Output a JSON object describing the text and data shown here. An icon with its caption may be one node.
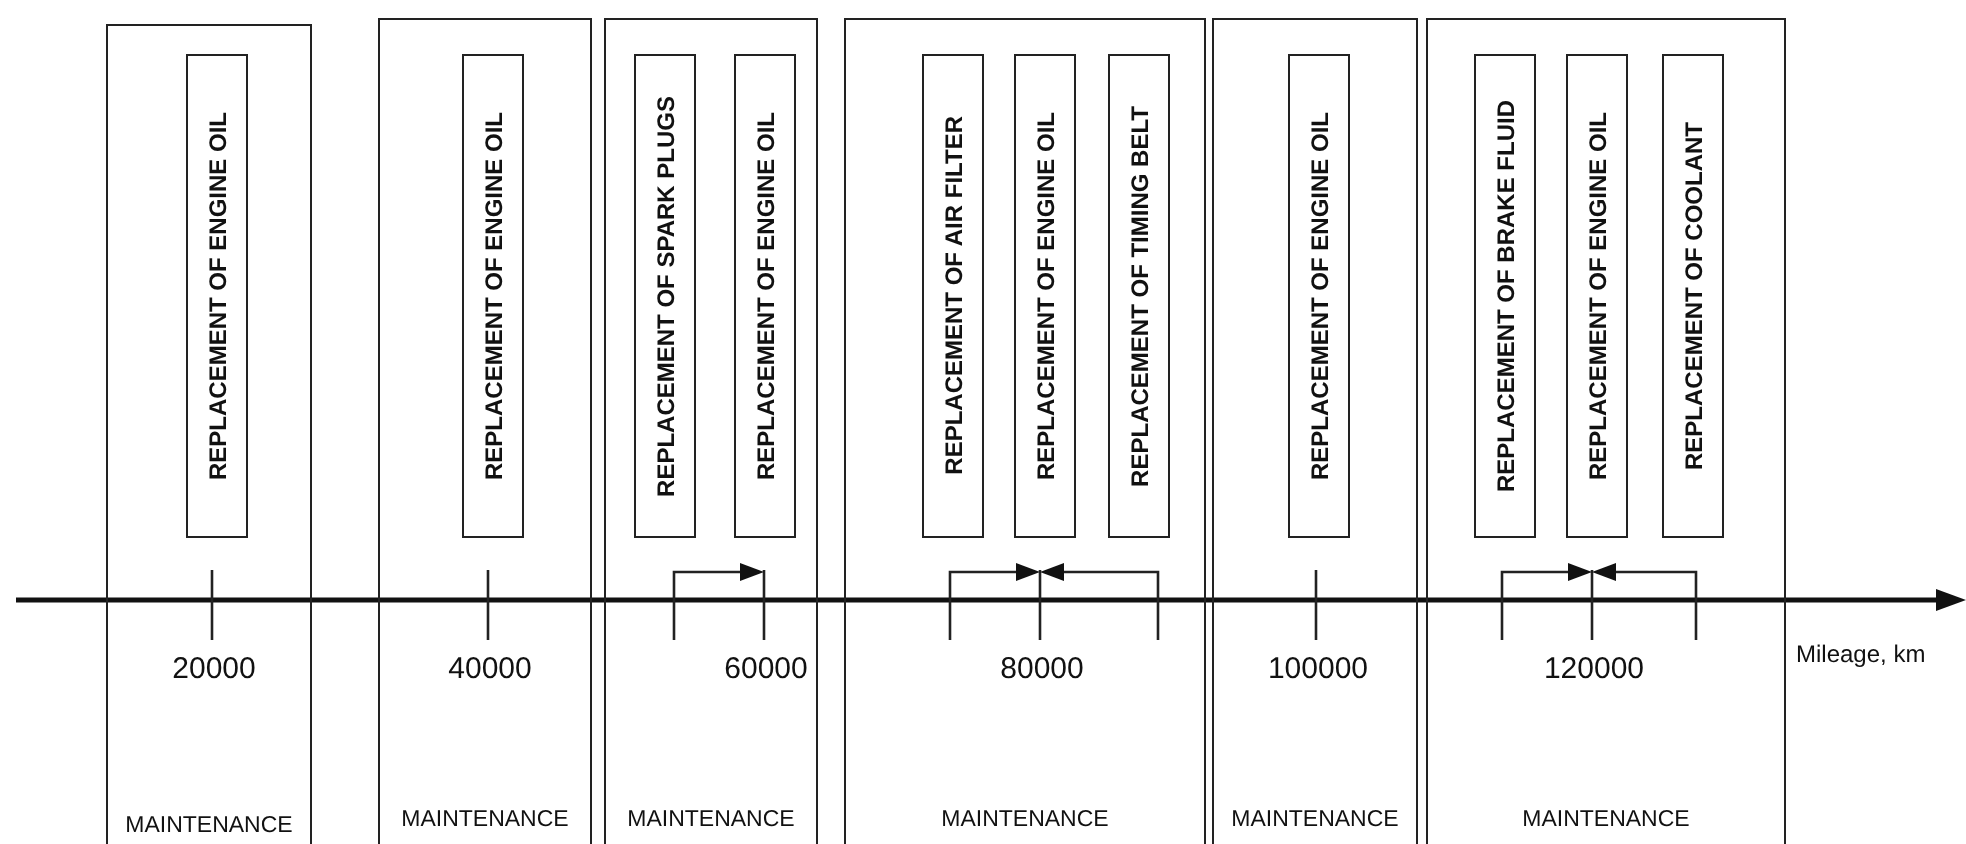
{
  "diagram": {
    "nodes": [
      {
        "text": [
          "20000",
          "MAINTENANCE"
        ]
      },
      {
        "text": [
          "REPLACEMENT OF ENGINE OIL"
        ],
        "in": 0
      },
      {
        "text": [
          "40000",
          "MAINTENANCE"
        ]
      },
      {
        "text": [
          "REPLACEMENT OF ENGINE OIL"
        ],
        "in": 2
      },
      {
        "text": [
          "60000",
          "MAINTENANCE"
        ]
      },
      {
        "text": [
          "REPLACEMENT OF SPARK PLUGS"
        ],
        "in": 4
      },
      {
        "text": [
          "REPLACEMENT OF ENGINE OIL"
        ],
        "in": 4
      },
      {
        "text": [
          "80000",
          "MAINTENANCE"
        ]
      },
      {
        "text": [
          "REPLACEMENT OF AIR FILTER"
        ],
        "in": 7
      },
      {
        "text": [
          "REPLACEMENT OF ENGINE OIL"
        ],
        "in": 7
      },
      {
        "text": [
          "REPLACEMENT OF TIMING BELT"
        ],
        "in": 7
      },
      {
        "text": [
          "100000",
          "MAINTENANCE"
        ]
      },
      {
        "text": [
          "REPLACEMENT OF ENGINE OIL"
        ],
        "in": 11
      },
      {
        "text": [
          "120000",
          "MAINTENANCE"
        ]
      },
      {
        "text": [
          "REPLACEMENT OF BRAKE FLUID"
        ],
        "in": 13
      },
      {
        "text": [
          "REPLACEMENT OF ENGINE OIL"
        ],
        "in": 13
      },
      {
        "text": [
          "REPLACEMENT OF COOLANT"
        ],
        "in": 13
      }
    ],
    "labels": [
      "Mileage, km"
    ]
  }
}
